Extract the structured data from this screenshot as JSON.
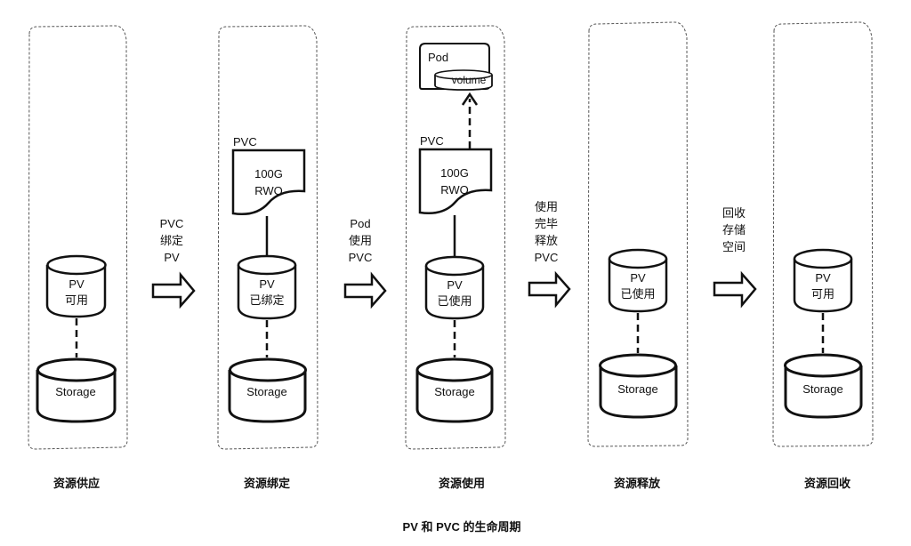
{
  "title": "PV 和 PVC 的生命周期",
  "stages": [
    {
      "label": "资源供应",
      "pv": {
        "name": "PV",
        "status": "可用"
      },
      "storage": "Storage"
    },
    {
      "label": "资源绑定",
      "pv": {
        "name": "PV",
        "status": "已绑定"
      },
      "storage": "Storage",
      "pvc": {
        "name": "PVC",
        "size": "100G",
        "mode": "RWO"
      }
    },
    {
      "label": "资源使用",
      "pv": {
        "name": "PV",
        "status": "已使用"
      },
      "storage": "Storage",
      "pvc": {
        "name": "PVC",
        "size": "100G",
        "mode": "RWO"
      },
      "pod": {
        "name": "Pod",
        "volume": "volume"
      }
    },
    {
      "label": "资源释放",
      "pv": {
        "name": "PV",
        "status": "已使用"
      },
      "storage": "Storage"
    },
    {
      "label": "资源回收",
      "pv": {
        "name": "PV",
        "status": "可用"
      },
      "storage": "Storage"
    }
  ],
  "transitions": [
    {
      "lines": [
        "PVC",
        "绑定",
        "PV"
      ]
    },
    {
      "lines": [
        "Pod",
        "使用",
        "PVC"
      ]
    },
    {
      "lines": [
        "使用",
        "完毕",
        "释放",
        "PVC"
      ]
    },
    {
      "lines": [
        "回收",
        "存储",
        "空间"
      ]
    }
  ]
}
